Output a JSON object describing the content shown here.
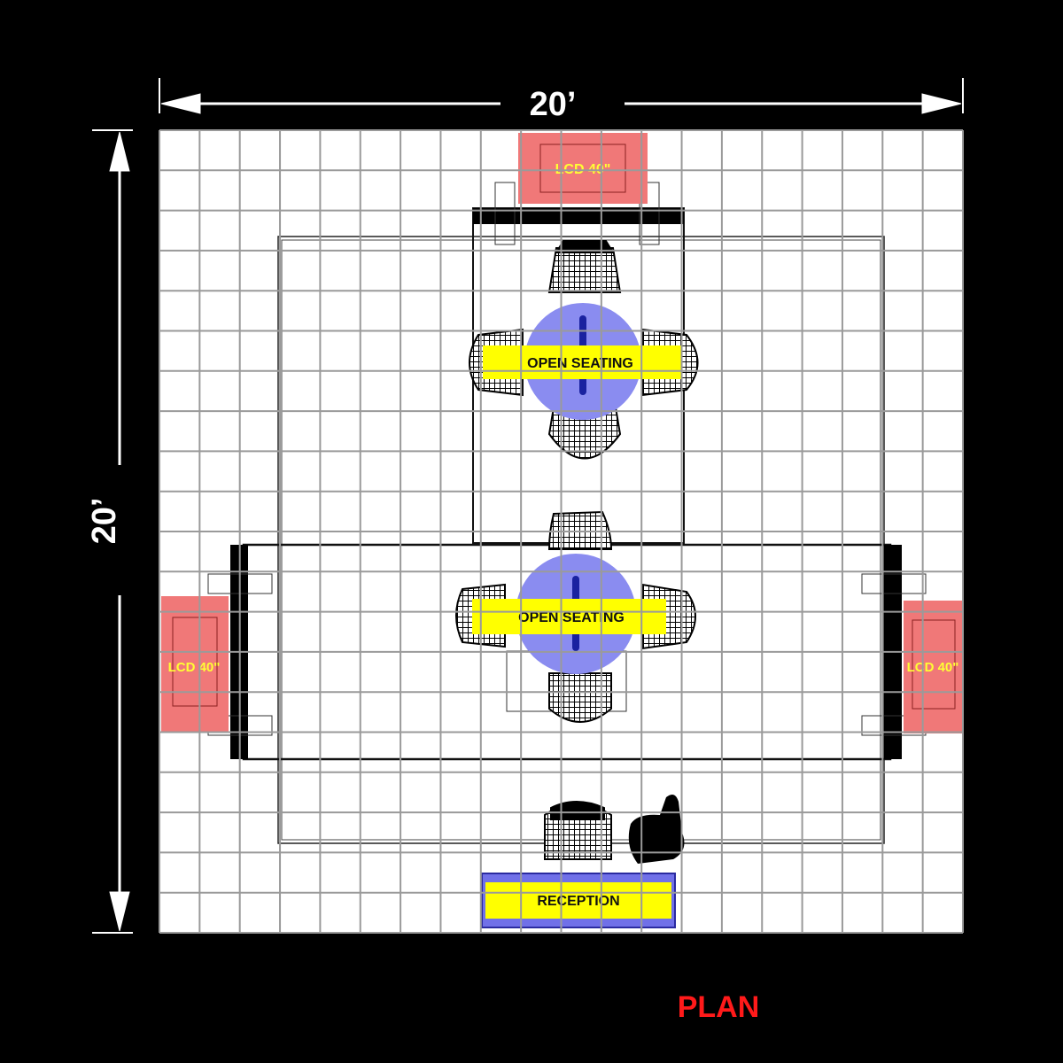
{
  "dimensions": {
    "width_label": "20’",
    "depth_label": "20’"
  },
  "title": "PLAN",
  "lcds": [
    {
      "label": "LCD 40\""
    },
    {
      "label": "LCD 40\""
    },
    {
      "label": "LCD 40\""
    }
  ],
  "tables": [
    {
      "label": "OPEN SEATING"
    },
    {
      "label": "OPEN SEATING"
    }
  ],
  "reception": {
    "label": "RECEPTION"
  },
  "grid": {
    "columns": 20,
    "rows": 20
  },
  "colors": {
    "background": "#000000",
    "floor": "#ffffff",
    "grid": "#9a9a9a",
    "lcd": "#f07878",
    "lcd_text": "#ffff33",
    "table": "#8a8cf0",
    "label_band": "#ffff00",
    "title": "#ff1a1a"
  }
}
